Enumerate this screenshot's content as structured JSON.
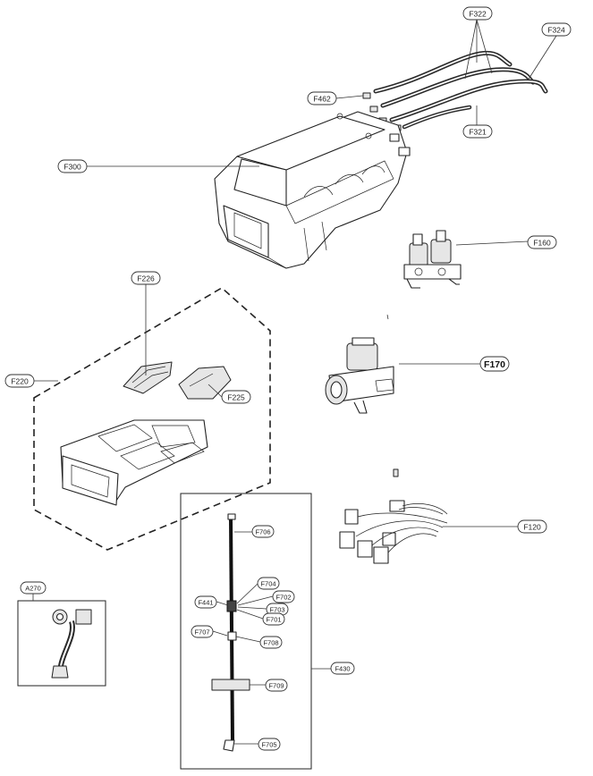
{
  "labels": {
    "F322": "F322",
    "F324": "F324",
    "F462": "F462",
    "F321": "F321",
    "F300": "F300",
    "F160": "F160",
    "F226": "F226",
    "F220": "F220",
    "F225": "F225",
    "F170": "F170",
    "F120": "F120",
    "F706": "F706",
    "F704": "F704",
    "F702": "F702",
    "F441": "F441",
    "F703": "F703",
    "F701": "F701",
    "F707": "F707",
    "F708": "F708",
    "F430": "F430",
    "F709": "F709",
    "F705": "F705",
    "A270": "A270"
  },
  "colors": {
    "line": "#222222",
    "hose": "#2b2b2b",
    "background": "#ffffff"
  }
}
